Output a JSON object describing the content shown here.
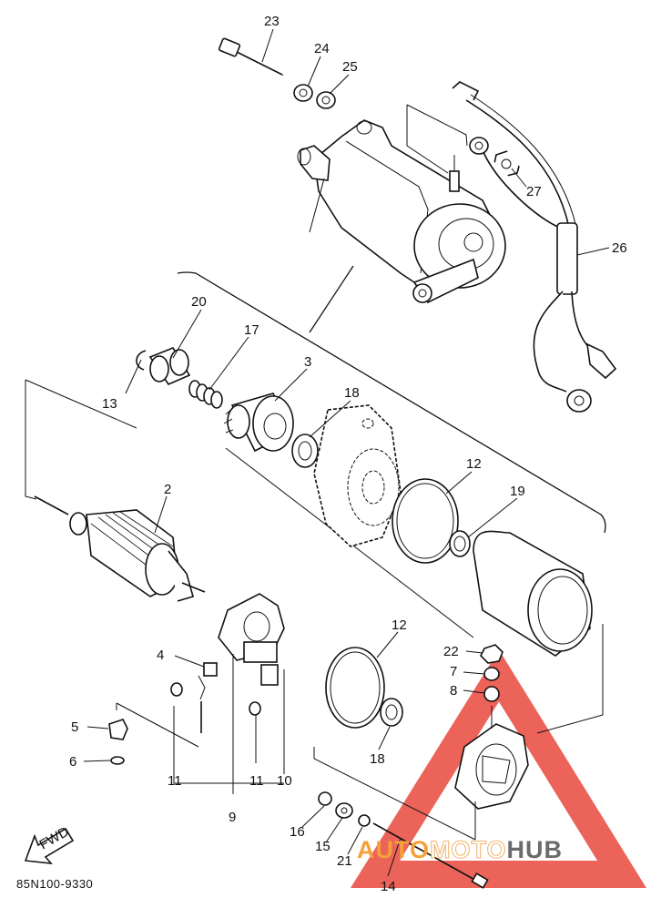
{
  "callouts": {
    "c23": "23",
    "c24": "24",
    "c25": "25",
    "c27": "27",
    "c26": "26",
    "c20": "20",
    "c17": "17",
    "c3": "3",
    "c13": "13",
    "c18a": "18",
    "c12a": "12",
    "c19": "19",
    "c2": "2",
    "c12b": "12",
    "c22": "22",
    "c4": "4",
    "c7": "7",
    "c8": "8",
    "c5": "5",
    "c6": "6",
    "c18b": "18",
    "c11a": "11",
    "c11b": "11",
    "c10": "10",
    "c9": "9",
    "c16": "16",
    "c15": "15",
    "c21": "21",
    "c14": "14"
  },
  "fwd_label": "FWD",
  "footer_code": "85N100-9330",
  "watermark": {
    "part1": "AUTO",
    "part2": "MOTO",
    "part3": "HUB"
  },
  "colors": {
    "line": "#111111",
    "watermark_red": "#e8483c",
    "watermark_orange": "#f4a13a",
    "watermark_gray": "#6b6b6b"
  }
}
